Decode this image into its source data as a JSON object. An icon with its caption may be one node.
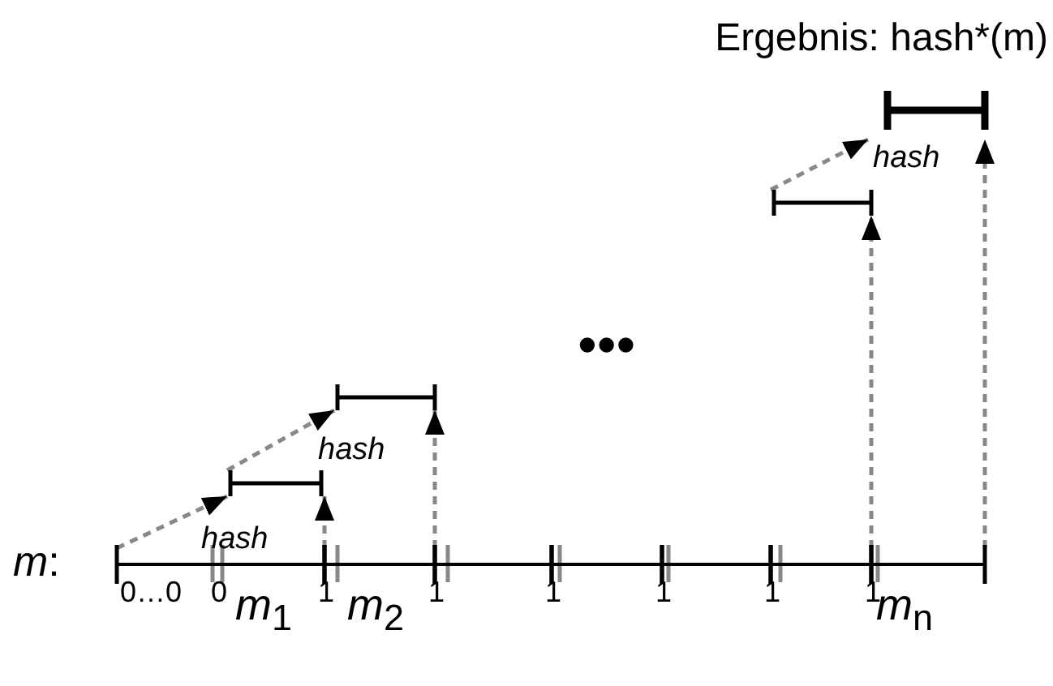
{
  "diagram": {
    "nodes": [
      {
        "text": [
          "Ergebnis: hash*(m)"
        ]
      },
      {
        "text": [],
        "shape": "bar"
      },
      {
        "text": [],
        "shape": "bar"
      },
      {
        "text": [],
        "shape": "bar"
      },
      {
        "text": [],
        "shape": "bar"
      },
      {
        "text": [],
        "shape": "bar"
      },
      {
        "text": [],
        "shape": "bar"
      },
      {
        "text": [],
        "shape": "bar"
      },
      {
        "text": [],
        "shape": "bar"
      },
      {
        "text": [],
        "shape": "bar"
      },
      {
        "text": [],
        "shape": "bar"
      }
    ],
    "edges": [
      {
        "from": 4,
        "to": 3,
        "arrow": "to",
        "label": "hash",
        "style": "dashed"
      },
      {
        "from": 4,
        "to": 3,
        "arrow": "to",
        "style": "dashed"
      },
      {
        "from": 3,
        "to": 2,
        "arrow": "to",
        "label": "hash",
        "style": "dashed"
      },
      {
        "from": 5,
        "to": 2,
        "arrow": "to",
        "style": "dashed"
      },
      {
        "from": 1,
        "to": 0,
        "arrow": "to",
        "label": "hash",
        "style": "dashed"
      },
      {
        "from": 9,
        "to": 1,
        "arrow": "to",
        "style": "dashed"
      },
      {
        "from": 10,
        "to": 0,
        "arrow": "to",
        "style": "dashed"
      }
    ],
    "labels": [
      "*m*:",
      "0…0",
      "0",
      "*m*$_{1}$",
      "1",
      "*m*$_{2}$",
      "1",
      "1",
      "1",
      "1",
      "1",
      "*m*$_{n}$",
      "•••"
    ]
  }
}
